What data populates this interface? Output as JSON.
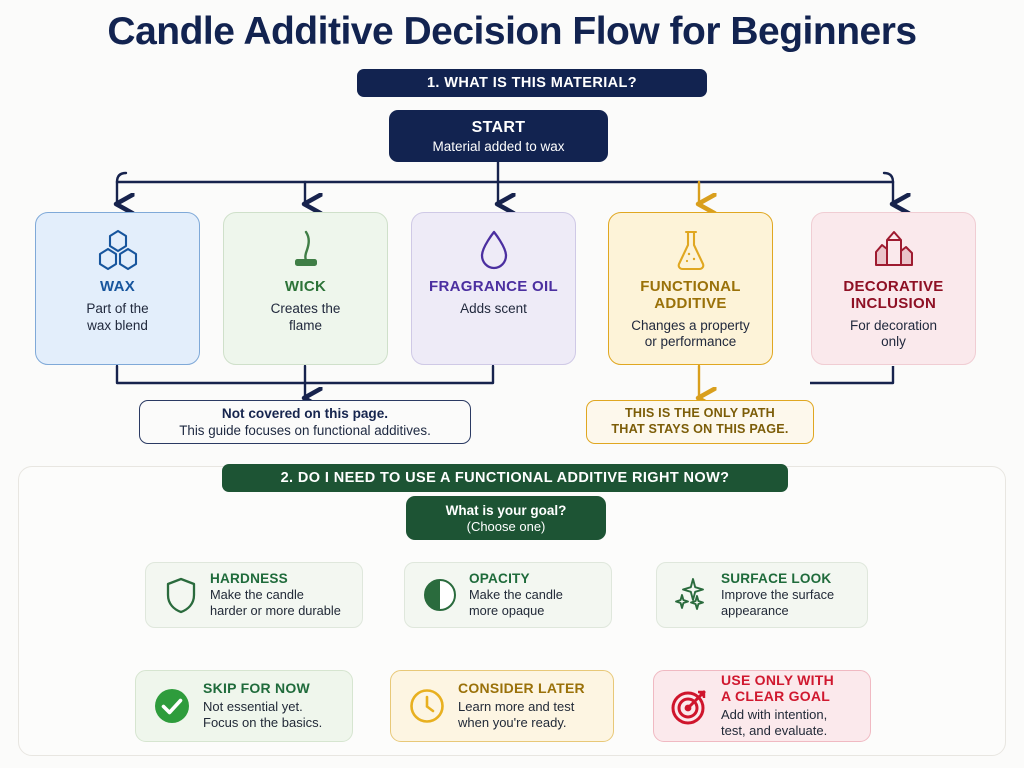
{
  "page": {
    "title": "Candle Additive Decision Flow for Beginners",
    "background": "#fbfbfa"
  },
  "section1": {
    "header": "1.  WHAT IS THIS MATERIAL?",
    "header_color": "#122350",
    "start": {
      "title": "START",
      "subtitle": "Material added to wax"
    },
    "cards": [
      {
        "id": "wax",
        "icon": "hexagon-cluster-icon",
        "name": "WAX",
        "desc": "Part of the\nwax blend",
        "desc_line1": "Part of the",
        "desc_line2": "wax blend",
        "accent": "#17559d",
        "bg": "#e3eefb",
        "border": "#7fa9d8"
      },
      {
        "id": "wick",
        "icon": "wick-icon",
        "name": "WICK",
        "desc_line1": "Creates the",
        "desc_line2": "flame",
        "accent": "#2c7338",
        "bg": "#eef6ec",
        "border": "#cfe0ca"
      },
      {
        "id": "fragrance-oil",
        "icon": "droplet-icon",
        "name": "FRAGRANCE OIL",
        "desc_line1": "Adds scent",
        "desc_line2": "",
        "accent": "#4b2fa0",
        "bg": "#eeebf7",
        "border": "#cfc9e6"
      },
      {
        "id": "functional-additive",
        "icon": "flask-icon",
        "name": "FUNCTIONAL\nADDITIVE",
        "name_line1": "FUNCTIONAL",
        "name_line2": "ADDITIVE",
        "desc_line1": "Changes a property",
        "desc_line2": "or performance",
        "accent": "#9a7109",
        "bg": "#fdf3d8",
        "border": "#e0a721"
      },
      {
        "id": "decorative-inclusion",
        "icon": "crystals-icon",
        "name": "DECORATIVE\nINCLUSION",
        "name_line1": "DECORATIVE",
        "name_line2": "INCLUSION",
        "desc_line1": "For decoration",
        "desc_line2": "only",
        "accent": "#8e1024",
        "bg": "#fae9ec",
        "border": "#f0cdd3"
      }
    ],
    "note_not_covered": {
      "line1": "Not covered on this page.",
      "line2": "This guide focuses on functional additives."
    },
    "note_only_path": {
      "line1": "THIS IS THE ONLY PATH",
      "line2": "THAT STAYS ON THIS PAGE."
    }
  },
  "section2": {
    "header": "2.  DO I NEED TO USE A FUNCTIONAL ADDITIVE RIGHT NOW?",
    "header_color": "#1d5434",
    "goal_node": {
      "line1": "What is your goal?",
      "line2": "(Choose one)"
    },
    "goals": [
      {
        "id": "hardness",
        "icon": "shield-icon",
        "name": "HARDNESS",
        "desc_line1": "Make the candle",
        "desc_line2": "harder or more durable"
      },
      {
        "id": "opacity",
        "icon": "half-filled-circle-icon",
        "name": "OPACITY",
        "desc_line1": "Make the candle",
        "desc_line2": "more opaque"
      },
      {
        "id": "surface-look",
        "icon": "sparkles-icon",
        "name": "SURFACE LOOK",
        "desc_line1": "Improve the surface",
        "desc_line2": "appearance"
      }
    ],
    "outcomes": [
      {
        "id": "skip-for-now",
        "icon": "check-circle-icon",
        "name": "SKIP FOR NOW",
        "name_line1": "SKIP FOR NOW",
        "name_line2": "",
        "desc_line1": "Not essential yet.",
        "desc_line2": "Focus on the basics.",
        "accent": "#1f6b3b"
      },
      {
        "id": "consider-later",
        "icon": "clock-icon",
        "name": "CONSIDER LATER",
        "name_line1": "CONSIDER LATER",
        "name_line2": "",
        "desc_line1": "Learn more and test",
        "desc_line2": "when you're ready.",
        "accent": "#9a7109"
      },
      {
        "id": "use-only-with-a-clear-goal",
        "icon": "target-icon",
        "name": "USE ONLY WITH A CLEAR GOAL",
        "name_line1": "USE ONLY WITH",
        "name_line2": "A CLEAR GOAL",
        "desc_line1": "Add with intention,",
        "desc_line2": "test, and evaluate.",
        "accent": "#d0182f"
      }
    ]
  },
  "colors": {
    "navy": "#122350",
    "green": "#1d5434",
    "gold": "#e0a721",
    "red": "#d0182f"
  }
}
